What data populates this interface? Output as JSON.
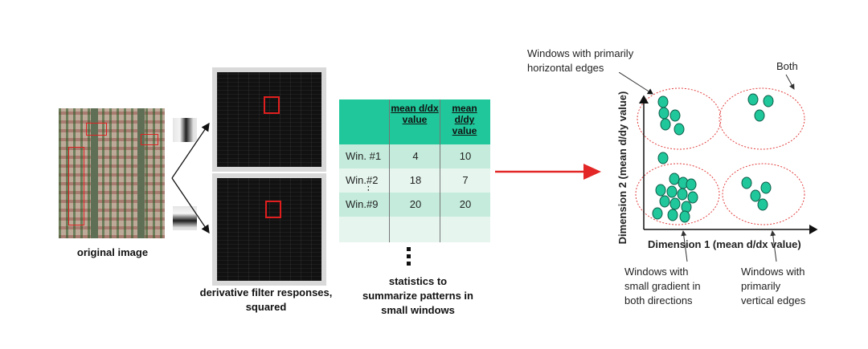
{
  "original": {
    "caption": "original image"
  },
  "filters": {
    "caption_line1": "derivative filter responses,",
    "caption_line2": "squared"
  },
  "table": {
    "headers": [
      "mean d/dx value",
      "mean d/dy value"
    ],
    "rows": [
      {
        "label": "Win. #1",
        "dx": "4",
        "dy": "10"
      },
      {
        "label": "Win.#2",
        "dx": "18",
        "dy": "7"
      },
      {
        "label": "Win.#9",
        "dx": "20",
        "dy": "20"
      }
    ],
    "ellipsis": "⋮",
    "caption_line1": "statistics to",
    "caption_line2": "summarize patterns in",
    "caption_line3": "small windows"
  },
  "plot": {
    "xlabel": "Dimension 1 (mean d/dx value)",
    "ylabel": "Dimension 2 (mean d/dy value)",
    "annotations": {
      "horizontal": [
        "Windows with primarily",
        "horizontal edges"
      ],
      "both": "Both",
      "small": [
        "Windows with",
        "small gradient in",
        "both directions"
      ],
      "vertical": [
        "Windows with",
        "primarily",
        "vertical edges"
      ]
    },
    "colors": {
      "point": "#1fc79a",
      "ellipse": "#e24040",
      "arrow": "#e32626",
      "header": "#1fc79a"
    }
  }
}
